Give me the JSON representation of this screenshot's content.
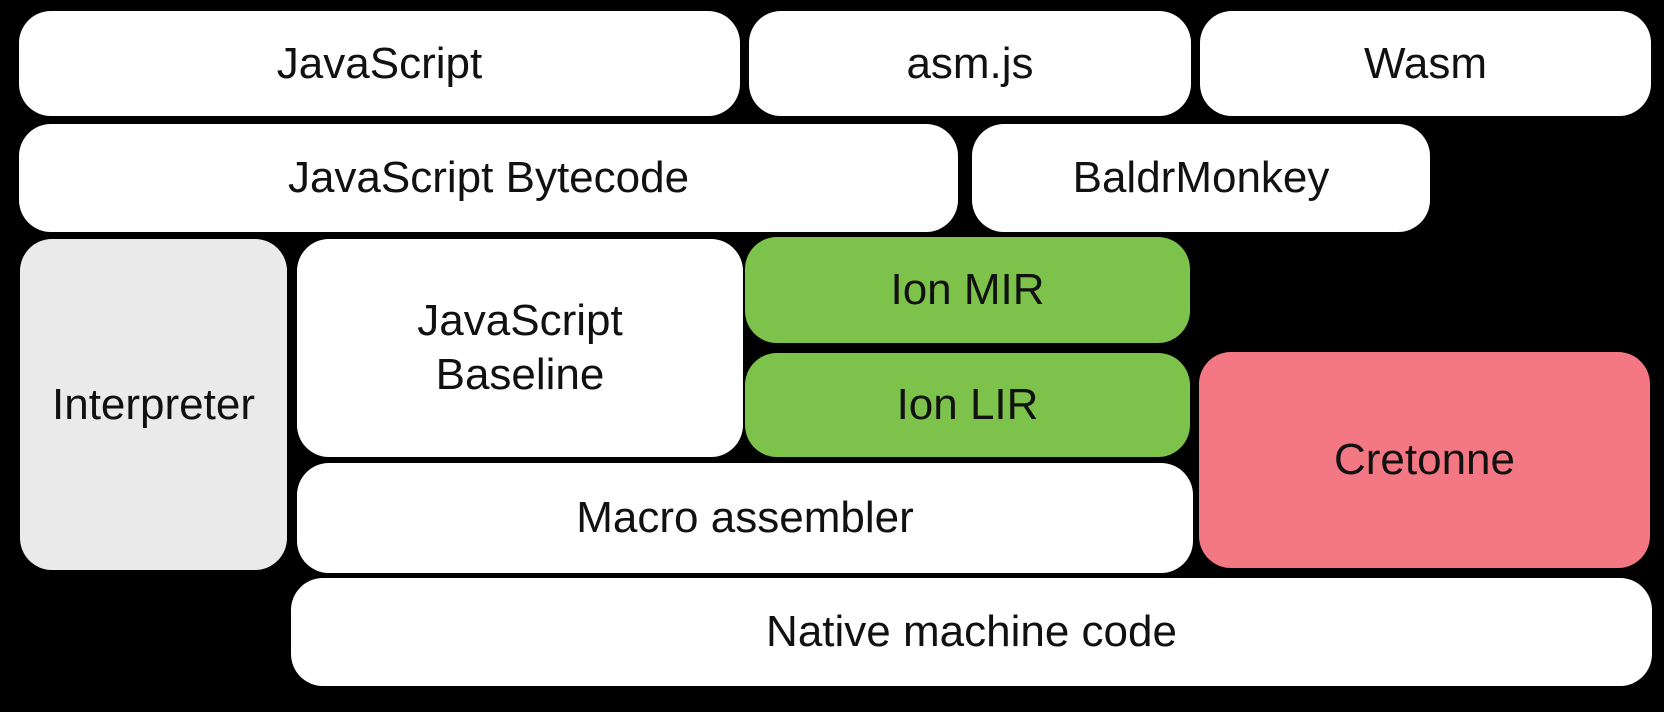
{
  "diagram": {
    "background_color": "#000000",
    "text_color": "#111111",
    "colors": {
      "stage_white": "#ffffff",
      "interpreter_gray": "#eaeaea",
      "ion_green": "#7cc24b",
      "cretonne_pink": "#f47884"
    },
    "boxes": [
      {
        "id": "javascript",
        "label": "JavaScript",
        "color": "#ffffff"
      },
      {
        "id": "asmjs",
        "label": "asm.js",
        "color": "#ffffff"
      },
      {
        "id": "wasm",
        "label": "Wasm",
        "color": "#ffffff"
      },
      {
        "id": "bytecode",
        "label": "JavaScript Bytecode",
        "color": "#ffffff"
      },
      {
        "id": "baldrmonkey",
        "label": "BaldrMonkey",
        "color": "#ffffff"
      },
      {
        "id": "interpreter",
        "label": "Interpreter",
        "color": "#eaeaea"
      },
      {
        "id": "baseline",
        "label": "JavaScript\nBaseline",
        "color": "#ffffff"
      },
      {
        "id": "ion-mir",
        "label": "Ion MIR",
        "color": "#7cc24b"
      },
      {
        "id": "ion-lir",
        "label": "Ion LIR",
        "color": "#7cc24b"
      },
      {
        "id": "cretonne",
        "label": "Cretonne",
        "color": "#f47884"
      },
      {
        "id": "macro-assembler",
        "label": "Macro assembler",
        "color": "#ffffff"
      },
      {
        "id": "native",
        "label": "Native machine code",
        "color": "#ffffff"
      }
    ]
  }
}
